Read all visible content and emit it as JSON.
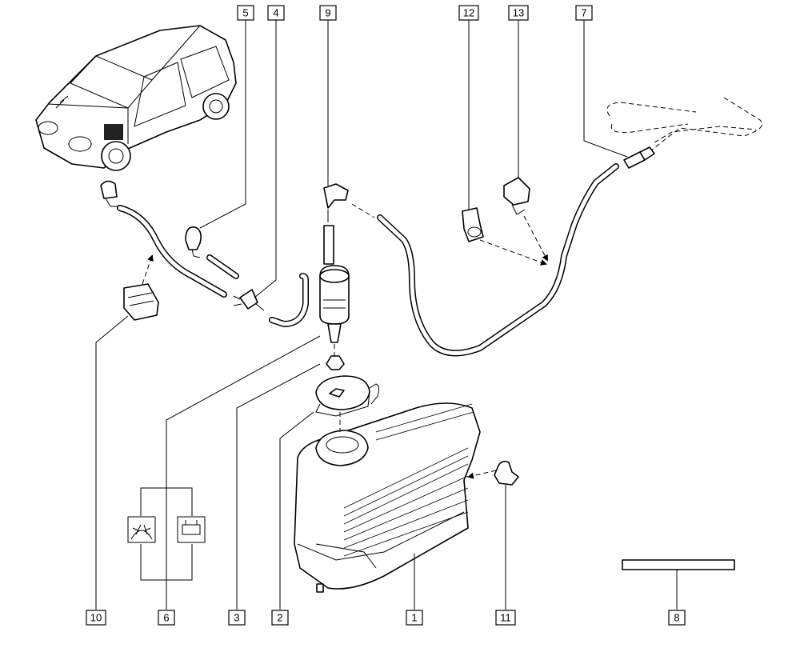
{
  "callouts": [
    {
      "id": "c5",
      "text": "5"
    },
    {
      "id": "c4",
      "text": "4"
    },
    {
      "id": "c9",
      "text": "9"
    },
    {
      "id": "c12",
      "text": "12"
    },
    {
      "id": "c13",
      "text": "13"
    },
    {
      "id": "c7",
      "text": "7"
    },
    {
      "id": "c10",
      "text": "10"
    },
    {
      "id": "c6",
      "text": "6"
    },
    {
      "id": "c3",
      "text": "3"
    },
    {
      "id": "c2",
      "text": "2"
    },
    {
      "id": "c1",
      "text": "1"
    },
    {
      "id": "c11",
      "text": "11"
    },
    {
      "id": "c8",
      "text": "8"
    }
  ],
  "icons": {
    "windscreen_washer": "windscreen-washer-icon",
    "rear_screen_washer": "rear-screen-washer-icon"
  },
  "colors": {
    "line": "#000000",
    "background": "#ffffff"
  }
}
